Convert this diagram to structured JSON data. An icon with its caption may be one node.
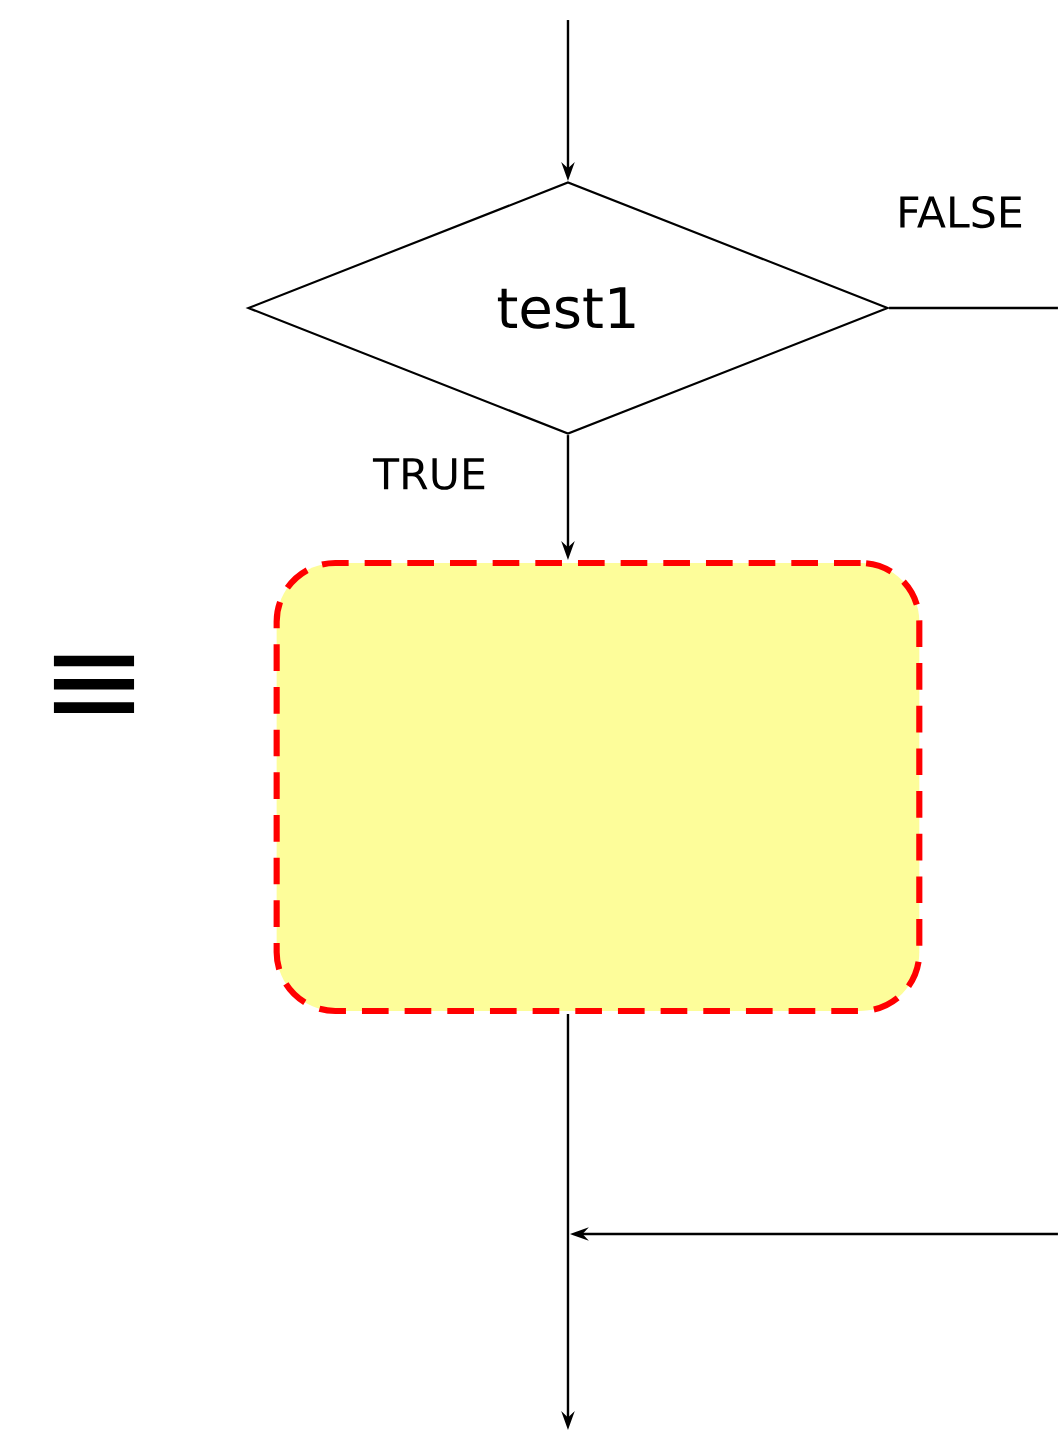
{
  "diagram": {
    "nodes": [
      {
        "text": [
          "test1"
        ]
      },
      {
        "text": [],
        "shape": "box"
      }
    ],
    "edges": [
      {
        "from": null,
        "to": 0,
        "arrow": "to"
      },
      {
        "from": 0,
        "to": 1,
        "arrow": "to",
        "label": "TRUE"
      },
      {
        "from": 0,
        "to": null,
        "arrow": "none",
        "label": "FALSE"
      },
      {
        "from": 1,
        "to": null,
        "arrow": "to"
      }
    ],
    "labels": [
      "≡"
    ]
  }
}
